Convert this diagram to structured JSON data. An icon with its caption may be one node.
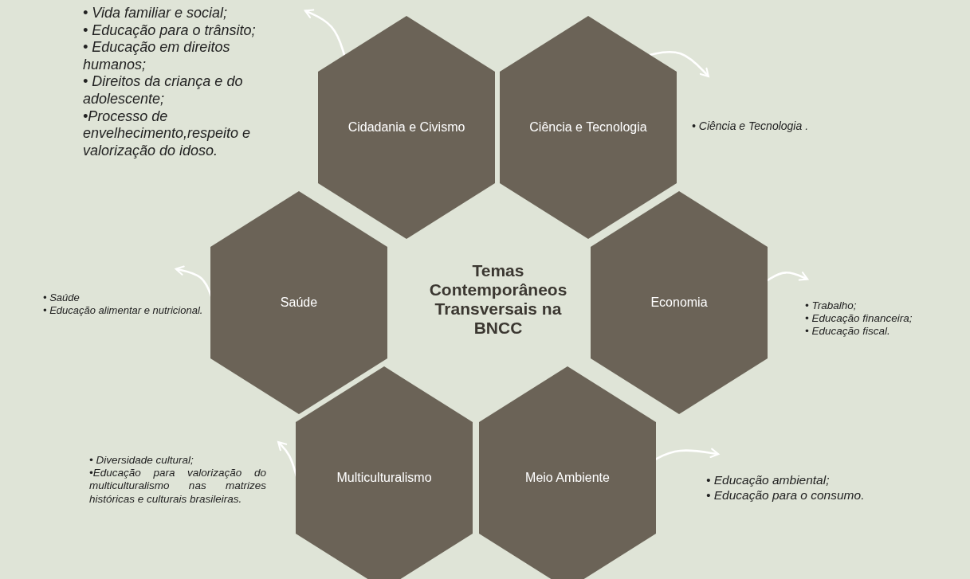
{
  "diagram": {
    "nodes": [
      {
        "text": [
          "Temas Contemporâneos Transversais na BNCC"
        ]
      },
      {
        "text": [
          "Cidadania e Civismo"
        ],
        "beside": [
          "• Vida familiar e social;",
          "• Educação para o trânsito;",
          "• Educação em direitos humanos;",
          "• Direitos da criança e do adolescente;",
          "•Processo de envelhecimento,respeito e valorização do idoso."
        ]
      },
      {
        "text": [
          "Ciência e Tecnologia"
        ],
        "beside": [
          "•  Ciência e Tecnologia ."
        ]
      },
      {
        "text": [
          "Saúde"
        ],
        "beside": [
          "• Saúde",
          "• Educação alimentar e nutricional."
        ]
      },
      {
        "text": [
          "Economia"
        ],
        "beside": [
          "• Trabalho;",
          "• Educação financeira;",
          "• Educação fiscal."
        ]
      },
      {
        "text": [
          "Multiculturalismo"
        ],
        "beside": [
          "• Diversidade cultural;",
          "•Educação para valorização do multiculturalismo nas matrizes históricas e culturais brasileiras."
        ]
      },
      {
        "text": [
          "Meio Ambiente"
        ],
        "beside": [
          "• Educação ambiental;",
          "• Educação para o consumo."
        ]
      }
    ],
    "edges": [
      {
        "from": 1,
        "to": null,
        "arrow": "to"
      },
      {
        "from": 2,
        "to": null,
        "arrow": "to"
      },
      {
        "from": 3,
        "to": null,
        "arrow": "to"
      },
      {
        "from": 4,
        "to": null,
        "arrow": "to"
      },
      {
        "from": 5,
        "to": null,
        "arrow": "to"
      },
      {
        "from": 6,
        "to": null,
        "arrow": "to"
      }
    ]
  }
}
